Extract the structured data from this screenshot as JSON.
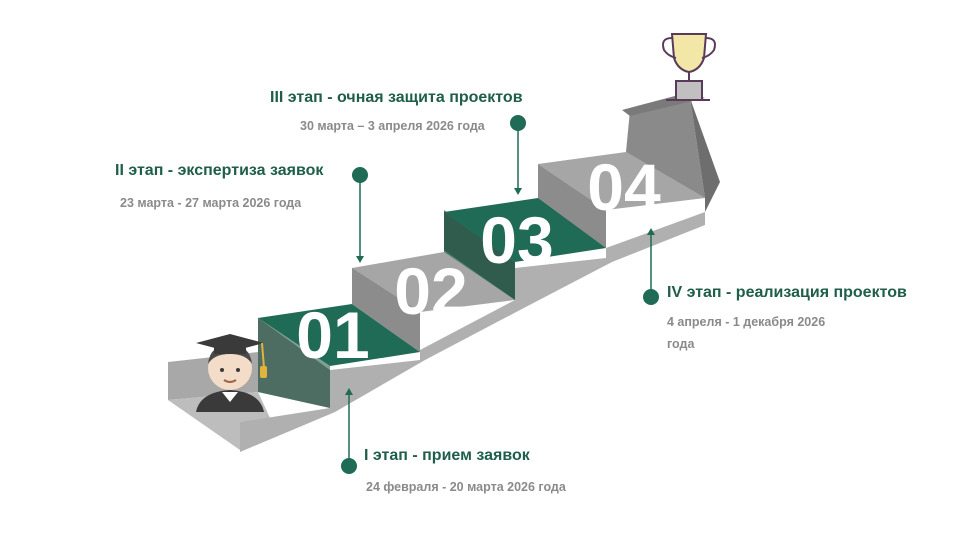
{
  "colors": {
    "accent_green": "#1f6b55",
    "gray_light": "#a6a6a6",
    "gray_mid": "#8c8c8c",
    "gray_dark": "#7a7a7a",
    "text_green": "#1e5e4a",
    "text_gray": "#8a8a8a"
  },
  "steps": [
    {
      "number": "01"
    },
    {
      "number": "02"
    },
    {
      "number": "03"
    },
    {
      "number": "04"
    }
  ],
  "stages": [
    {
      "title": "I этап - прием заявок",
      "date": "24 февраля - 20 марта 2026 года"
    },
    {
      "title": "II этап - экспертиза заявок",
      "date": "23 марта - 27 марта 2026 года"
    },
    {
      "title": "III этап - очная защита проектов",
      "date": "30 марта – 3 апреля 2026 года"
    },
    {
      "title": "IV этап - реализация проектов",
      "date_line1": "4 апреля - 1 декабря 2026",
      "date_line2": "года"
    }
  ],
  "icons": {
    "start": "graduate-student-icon",
    "finish": "trophy-icon"
  }
}
